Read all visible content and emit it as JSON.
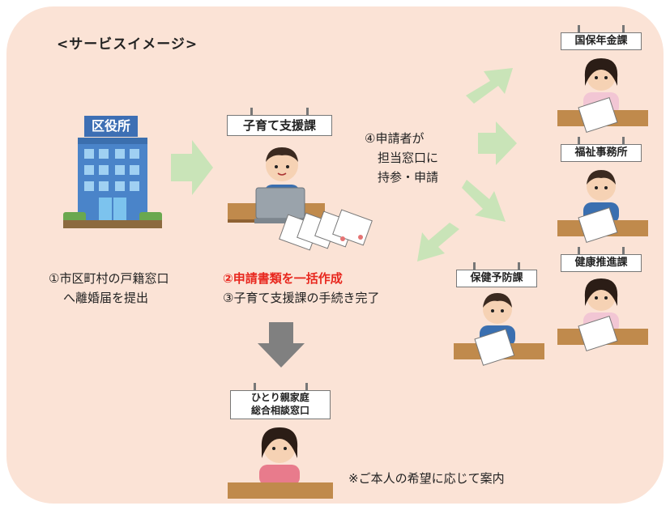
{
  "title": "<サービスイメージ>",
  "building": {
    "sign": "区役所"
  },
  "steps": {
    "step1_line1": "①市区町村の戸籍窓口",
    "step1_line2": "へ離婚届を提出",
    "step2": "②申請書類を一括作成",
    "step3": "③子育て支援課の手続き完了",
    "step4_line1": "④申請者が",
    "step4_line2": "担当窓口に",
    "step4_line3": "持参・申請"
  },
  "offices": {
    "kosodate": "子育て支援課",
    "kokuho": "国保年金課",
    "fukushi": "福祉事務所",
    "kenko": "健康推進課",
    "hoken": "保健予防課",
    "hitori_line1": "ひとり親家庭",
    "hitori_line2": "総合相談窓口"
  },
  "note": "※ご本人の希望に応じて案内",
  "colors": {
    "background": "#fbe3d6",
    "arrow_green": "#c9e4b8",
    "arrow_gray": "#808080",
    "highlight_red": "#e8271e"
  }
}
